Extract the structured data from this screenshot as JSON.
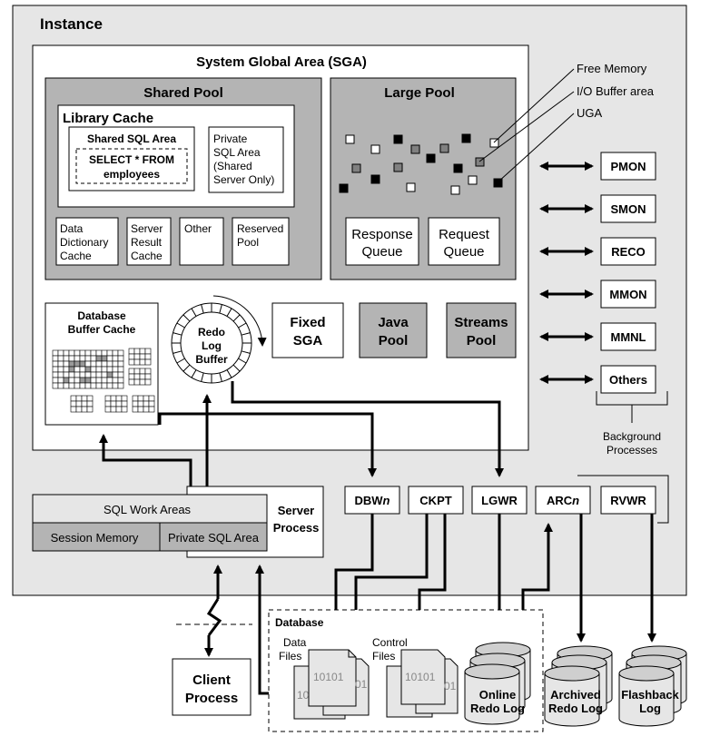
{
  "instance": {
    "label": "Instance"
  },
  "sga": {
    "title": "System Global Area (SGA)",
    "shared_pool": {
      "title": "Shared Pool",
      "library_cache": {
        "title": "Library Cache",
        "shared_sql_area": {
          "title": "Shared SQL Area",
          "sql_line1": "SELECT * FROM",
          "sql_line2": "employees"
        },
        "private_sql_area": {
          "line1": "Private",
          "line2": "SQL Area",
          "line3": "(Shared",
          "line4": "Server Only)"
        }
      },
      "data_dictionary_cache": {
        "line1": "Data",
        "line2": "Dictionary",
        "line3": "Cache"
      },
      "server_result_cache": {
        "line1": "Server",
        "line2": "Result",
        "line3": "Cache"
      },
      "other": "Other",
      "reserved_pool": {
        "line1": "Reserved",
        "line2": "Pool"
      }
    },
    "large_pool": {
      "title": "Large Pool",
      "response_queue": {
        "line1": "Response",
        "line2": "Queue"
      },
      "request_queue": {
        "line1": "Request",
        "line2": "Queue"
      }
    },
    "legend": {
      "free_memory": "Free Memory",
      "io_buffer_area": "I/O Buffer area",
      "uga": "UGA"
    },
    "database_buffer_cache": {
      "line1": "Database",
      "line2": "Buffer Cache"
    },
    "redo_log_buffer": {
      "line1": "Redo",
      "line2": "Log",
      "line3": "Buffer"
    },
    "fixed_sga": {
      "line1": "Fixed",
      "line2": "SGA"
    },
    "java_pool": {
      "line1": "Java",
      "line2": "Pool"
    },
    "streams_pool": {
      "line1": "Streams",
      "line2": "Pool"
    }
  },
  "background": {
    "processes": [
      "PMON",
      "SMON",
      "RECO",
      "MMON",
      "MMNL",
      "Others"
    ],
    "label_line1": "Background",
    "label_line2": "Processes",
    "bottom": {
      "dbwn_prefix": "DBW",
      "dbwn_suffix": "n",
      "ckpt": "CKPT",
      "lgwr": "LGWR",
      "arcn_prefix": "ARC",
      "arcn_suffix": "n",
      "rvwr": "RVWR"
    }
  },
  "pga": {
    "sql_work_areas": "SQL Work Areas",
    "session_memory": "Session Memory",
    "private_sql_area": "Private SQL Area",
    "server_process_line1": "Server",
    "server_process_line2": "Process"
  },
  "client": {
    "line1": "Client",
    "line2": "Process"
  },
  "database": {
    "title": "Database",
    "data_files": {
      "line1": "Data",
      "line2": "Files"
    },
    "control_files": {
      "line1": "Control",
      "line2": "Files"
    },
    "file_digits": "10101",
    "file_digits_short": "01",
    "file_digits_left": "10",
    "online_redo_log": {
      "line1": "Online",
      "line2": "Redo Log"
    },
    "archived_redo_log": {
      "line1": "Archived",
      "line2": "Redo Log"
    },
    "flashback_log": {
      "line1": "Flashback",
      "line2": "Log"
    }
  },
  "colors": {
    "instance_bg": "#e6e6e6",
    "pool_gray": "#b4b4b4",
    "box_white": "#ffffff",
    "line": "#000000",
    "dark_gray": "#9a9a9a"
  }
}
